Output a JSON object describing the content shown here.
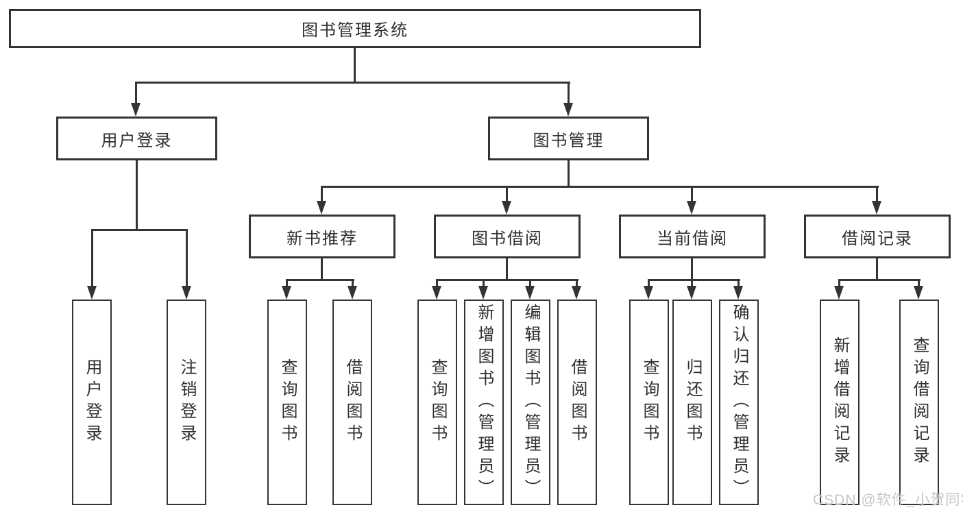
{
  "tree": {
    "label": "图书管理系统",
    "children": [
      {
        "label": "用户登录",
        "children": [
          {
            "label": "用户登录"
          },
          {
            "label": "注销登录"
          }
        ]
      },
      {
        "label": "图书管理",
        "children": [
          {
            "label": "新书推荐",
            "children": [
              {
                "label": "查询图书"
              },
              {
                "label": "借阅图书"
              }
            ]
          },
          {
            "label": "图书借阅",
            "children": [
              {
                "label": "查询图书"
              },
              {
                "label": "新增图书（管理员）"
              },
              {
                "label": "编辑图书（管理员）"
              },
              {
                "label": "借阅图书"
              }
            ]
          },
          {
            "label": "当前借阅",
            "children": [
              {
                "label": "查询图书"
              },
              {
                "label": "归还图书"
              },
              {
                "label": "确认归还（管理员）"
              }
            ]
          },
          {
            "label": "借阅记录",
            "children": [
              {
                "label": "新增借阅记录"
              },
              {
                "label": "查询借阅记录"
              }
            ]
          }
        ]
      }
    ]
  },
  "watermark": {
    "text": "CSDN @软件_小贺同学"
  },
  "colors": {
    "line": "#343434",
    "text": "#2e2e2e",
    "background": "#ffffff",
    "watermark": "#c6c6c6"
  }
}
